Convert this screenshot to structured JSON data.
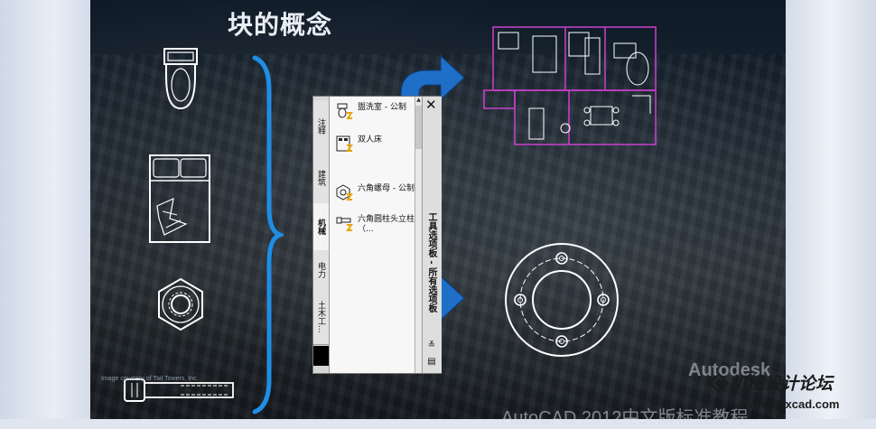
{
  "slide": {
    "title": "块的概念",
    "credit": "Image courtesy of Tait Towers, Inc.",
    "brand": "Autodesk",
    "footer": "AutoCAD 2012中文版标准教程"
  },
  "watermark": {
    "name": "机械设计论坛",
    "url": "www.zgjxcad.com"
  },
  "symbols": {
    "left": [
      "toilet",
      "double-bed",
      "hex-nut",
      "bolt"
    ],
    "right": [
      "floor-plan",
      "flange-with-bolt-holes"
    ]
  },
  "colors": {
    "arrow": "#1f6fc8",
    "brace": "#1e8ee6",
    "plan_walls": "#c23fc4",
    "cad_lines": "#ffffff"
  },
  "tool_palette": {
    "title": "工具选项板 - 所有选项板",
    "close_glyph": "✕",
    "tabs": [
      {
        "label": "注释",
        "active": false
      },
      {
        "label": "建筑",
        "active": false
      },
      {
        "label": "机械",
        "active": true
      },
      {
        "label": "电力",
        "active": false
      },
      {
        "label": "土木工...",
        "active": false
      }
    ],
    "tools": [
      {
        "label": "盥洗室 - 公制",
        "icon": "toilet-block-icon"
      },
      {
        "label": "双人床",
        "icon": "bed-block-icon"
      },
      {
        "label": "六角螺母 - 公制",
        "icon": "hex-nut-block-icon"
      },
      {
        "label": "六角圆柱头立柱（...",
        "icon": "socket-bolt-block-icon"
      }
    ]
  }
}
